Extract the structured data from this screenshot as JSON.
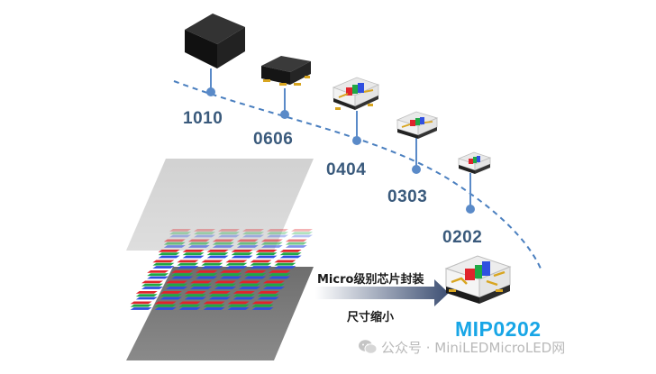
{
  "sizes": [
    {
      "label": "1010"
    },
    {
      "label": "0606"
    },
    {
      "label": "0404"
    },
    {
      "label": "0303"
    },
    {
      "label": "0202"
    }
  ],
  "arrow": {
    "top_label": "Micro级别芯片封装",
    "bottom_label": "尺寸缩小"
  },
  "result_label": "MIP0202",
  "watermark": "公众号 · MiniLEDMicroLED网",
  "colors": {
    "curve": "#4a7fbf",
    "size_label": "#3a5a7c",
    "mip_label": "#18a6e6",
    "led_red": "#e0242c",
    "led_green": "#1fa845",
    "led_blue": "#2f4fe0",
    "pad_gold": "#d8a520"
  }
}
